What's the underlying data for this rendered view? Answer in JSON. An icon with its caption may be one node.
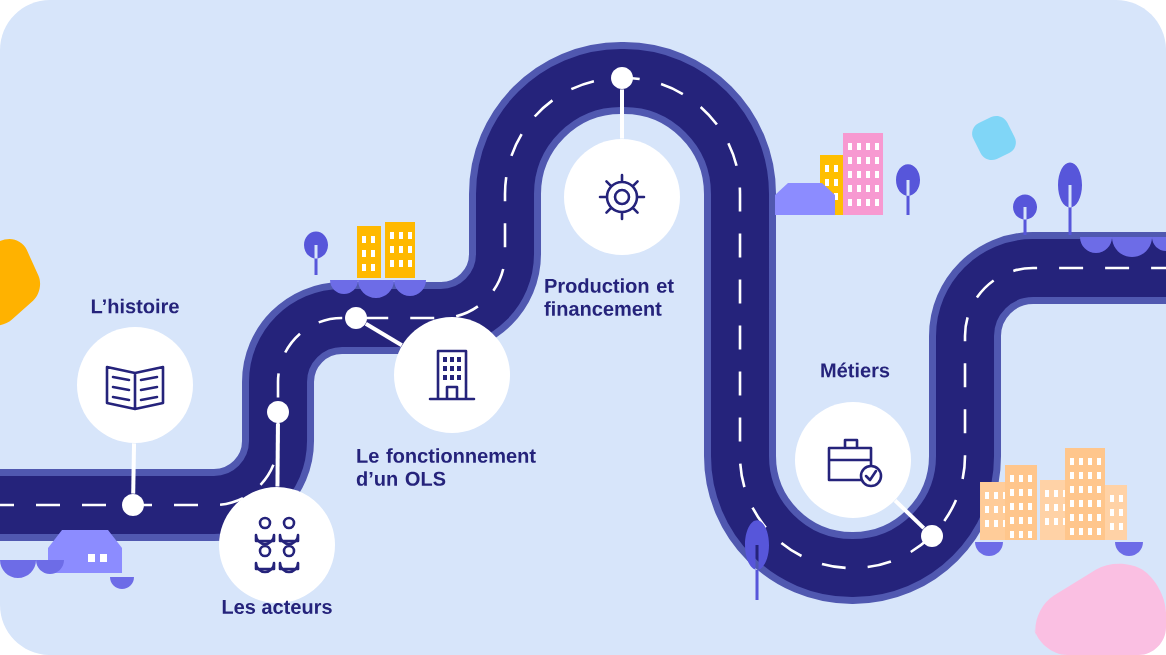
{
  "diagram": {
    "nodes": [
      {
        "text": [
          "L’histoire"
        ]
      },
      {
        "text": [
          "Les acteurs"
        ]
      },
      {
        "text": [
          "Le fonctionnement d’un OLS"
        ]
      },
      {
        "text": [
          "Production et financement"
        ]
      },
      {
        "text": [
          "Métiers"
        ]
      },
      {
        "text": [],
        "shape": "circle"
      },
      {
        "text": [],
        "shape": "circle"
      },
      {
        "text": [],
        "shape": "circle"
      },
      {
        "text": [],
        "shape": "circle"
      },
      {
        "text": [],
        "shape": "circle"
      }
    ],
    "edges": [
      {
        "from": 0,
        "to": 5,
        "arrow": "none"
      },
      {
        "from": 1,
        "to": 6,
        "arrow": "none"
      },
      {
        "from": 2,
        "to": 7,
        "arrow": "none"
      },
      {
        "from": 3,
        "to": 8,
        "arrow": "none"
      },
      {
        "from": 4,
        "to": 9,
        "arrow": "none"
      }
    ]
  }
}
